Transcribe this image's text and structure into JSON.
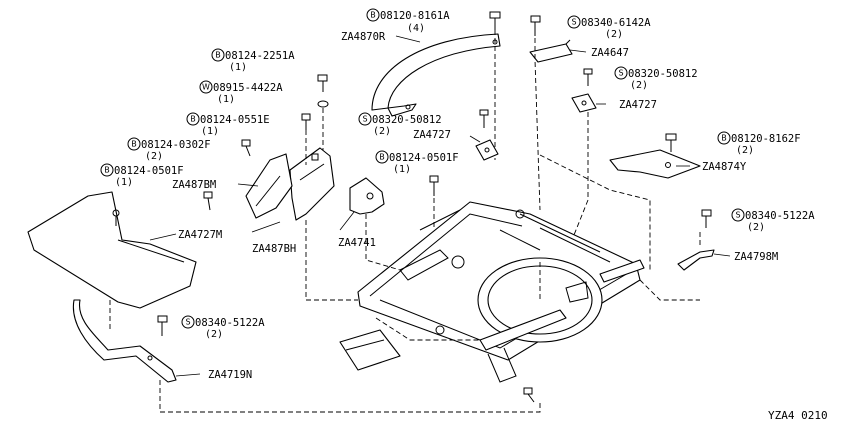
{
  "diagram_id": "YZA4 0210",
  "callouts": [
    {
      "prefix": "B",
      "part": "08120-8161A",
      "qty": "(4)"
    },
    {
      "prefix": "S",
      "part": "08340-6142A",
      "qty": "(2)"
    },
    {
      "prefix": "",
      "part": "ZA4870R",
      "qty": ""
    },
    {
      "prefix": "",
      "part": "ZA4647",
      "qty": ""
    },
    {
      "prefix": "B",
      "part": "08124-2251A",
      "qty": "(1)"
    },
    {
      "prefix": "S",
      "part": "08320-50812",
      "qty": "(2)"
    },
    {
      "prefix": "W",
      "part": "08915-4422A",
      "qty": "(1)"
    },
    {
      "prefix": "",
      "part": "ZA4727",
      "qty": ""
    },
    {
      "prefix": "B",
      "part": "08124-0551E",
      "qty": "(1)"
    },
    {
      "prefix": "S",
      "part": "08320-50812",
      "qty": "(2)"
    },
    {
      "prefix": "",
      "part": "ZA4727",
      "qty": ""
    },
    {
      "prefix": "B",
      "part": "08120-8162F",
      "qty": "(2)"
    },
    {
      "prefix": "B",
      "part": "08124-0302F",
      "qty": "(2)"
    },
    {
      "prefix": "B",
      "part": "08124-0501F",
      "qty": "(1)"
    },
    {
      "prefix": "",
      "part": "ZA4874Y",
      "qty": ""
    },
    {
      "prefix": "B",
      "part": "08124-0501F",
      "qty": "(1)"
    },
    {
      "prefix": "",
      "part": "ZA487BM",
      "qty": ""
    },
    {
      "prefix": "S",
      "part": "08340-5122A",
      "qty": "(2)"
    },
    {
      "prefix": "",
      "part": "ZA4727M",
      "qty": ""
    },
    {
      "prefix": "",
      "part": "ZA4741",
      "qty": ""
    },
    {
      "prefix": "",
      "part": "ZA487BH",
      "qty": ""
    },
    {
      "prefix": "",
      "part": "ZA4798M",
      "qty": ""
    },
    {
      "prefix": "S",
      "part": "08340-5122A",
      "qty": "(2)"
    },
    {
      "prefix": "",
      "part": "ZA4719N",
      "qty": ""
    }
  ]
}
